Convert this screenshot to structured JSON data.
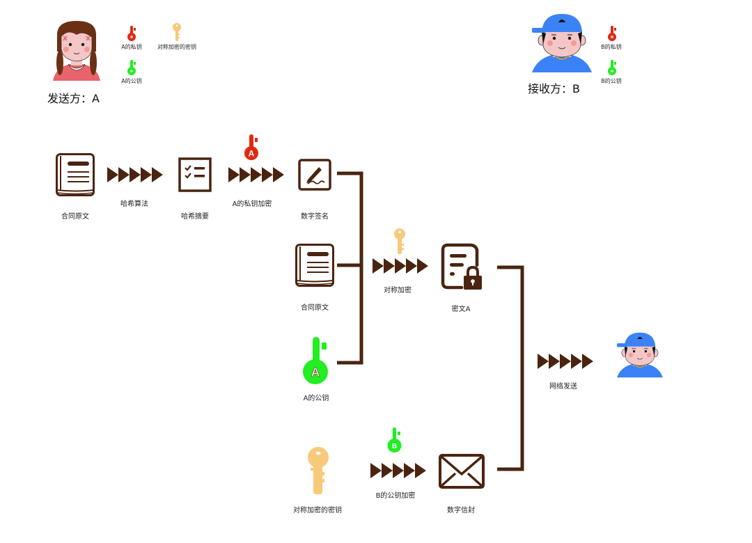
{
  "colors": {
    "brown": "#4a2410",
    "red_key": "#e02a10",
    "green_key": "#22ee22",
    "gold_key": "#f7c97a",
    "cap_blue": "#3b82f6",
    "shirt_pink": "#e8636b"
  },
  "sender": {
    "role_label": "发送方：A",
    "legend": [
      {
        "icon": "red-key-icon",
        "label": "A的私钥"
      },
      {
        "icon": "gold-key-icon",
        "label": "对称加密的密钥"
      },
      {
        "icon": "green-key-icon",
        "label": "A的公钥"
      }
    ]
  },
  "receiver": {
    "role_label": "接收方：B",
    "legend": [
      {
        "icon": "red-key-icon",
        "label": "B的私钥"
      },
      {
        "icon": "green-key-icon",
        "label": "B的公钥"
      }
    ]
  },
  "flow": {
    "contract_original_1": "合同原文",
    "hash_algorithm": "哈希算法",
    "hash_digest": "哈希摘要",
    "a_private_encrypt": "A的私钥加密",
    "a_key_letter": "A",
    "digital_signature": "数字签名",
    "contract_original_2": "合同原文",
    "a_public_key": "A的公钥",
    "symmetric_encrypt": "对称加密",
    "ciphertext_a": "密文A",
    "symmetric_key": "对称加密的密钥",
    "b_public_encrypt": "B的公钥加密",
    "b_key_letter": "B",
    "digital_envelope": "数字信封",
    "network_send": "网络发送"
  }
}
